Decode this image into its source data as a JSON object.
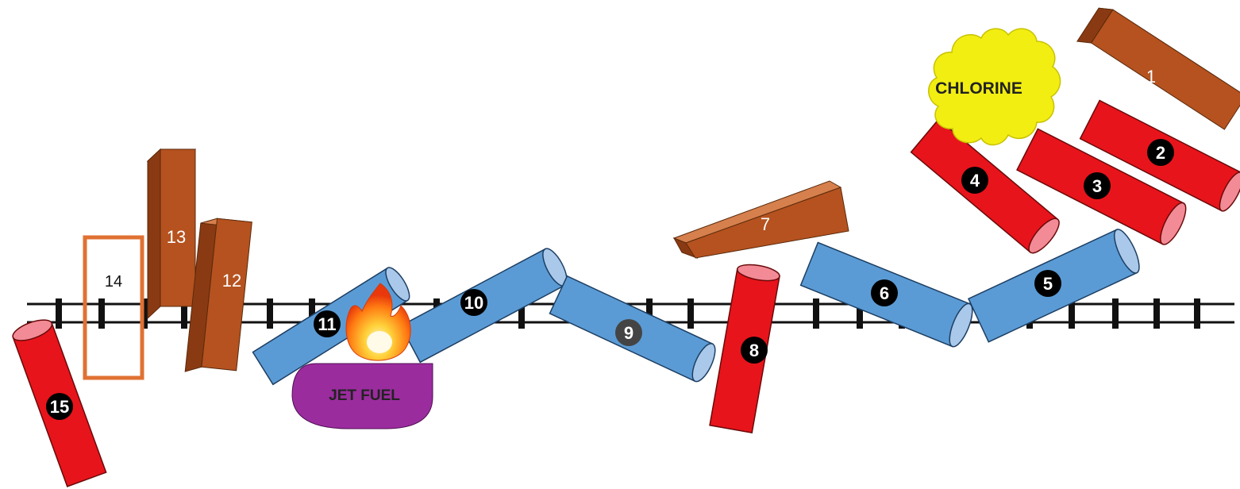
{
  "colors": {
    "rail": "#111111",
    "red_car": "#e8141b",
    "red_car_end": "#f28b96",
    "blue_car": "#5b9bd5",
    "blue_car_end": "#a9c8ea",
    "blue_car_stroke": "#1d3f63",
    "brown_car_front": "#b5521f",
    "brown_car_top": "#d6804d",
    "brown_car_side": "#8a3a12",
    "outline_car": "#e07133",
    "badge": "#000000",
    "badge_dim": "#444444",
    "chlorine": "#f2ee12",
    "jet_fuel": "#9b2c9e"
  },
  "cars": [
    {
      "id": "1",
      "label": "1",
      "kind": "boxcar",
      "icon": "railcar-boxcar"
    },
    {
      "id": "2",
      "label": "2",
      "kind": "tank-red",
      "icon": "railcar-tank"
    },
    {
      "id": "3",
      "label": "3",
      "kind": "tank-red",
      "icon": "railcar-tank"
    },
    {
      "id": "4",
      "label": "4",
      "kind": "tank-red",
      "icon": "railcar-tank"
    },
    {
      "id": "5",
      "label": "5",
      "kind": "tank-blue",
      "icon": "railcar-tank"
    },
    {
      "id": "6",
      "label": "6",
      "kind": "tank-blue",
      "icon": "railcar-tank"
    },
    {
      "id": "7",
      "label": "7",
      "kind": "boxcar",
      "icon": "railcar-boxcar"
    },
    {
      "id": "8",
      "label": "8",
      "kind": "tank-red",
      "icon": "railcar-tank"
    },
    {
      "id": "9",
      "label": "9",
      "kind": "tank-blue",
      "icon": "railcar-tank"
    },
    {
      "id": "10",
      "label": "10",
      "kind": "tank-blue",
      "icon": "railcar-tank"
    },
    {
      "id": "11",
      "label": "11",
      "kind": "tank-blue",
      "icon": "railcar-tank"
    },
    {
      "id": "12",
      "label": "12",
      "kind": "boxcar",
      "icon": "railcar-boxcar"
    },
    {
      "id": "13",
      "label": "13",
      "kind": "boxcar",
      "icon": "railcar-boxcar"
    },
    {
      "id": "14",
      "label": "14",
      "kind": "outline",
      "icon": "railcar-outline"
    },
    {
      "id": "15",
      "label": "15",
      "kind": "tank-red",
      "icon": "railcar-tank"
    }
  ],
  "hazards": {
    "chlorine": {
      "label": "CHLORINE",
      "icon": "gas-cloud-icon"
    },
    "jet_fuel": {
      "label": "JET FUEL",
      "icon": "fuel-spill-icon"
    },
    "fire": {
      "icon": "fire-icon"
    }
  }
}
